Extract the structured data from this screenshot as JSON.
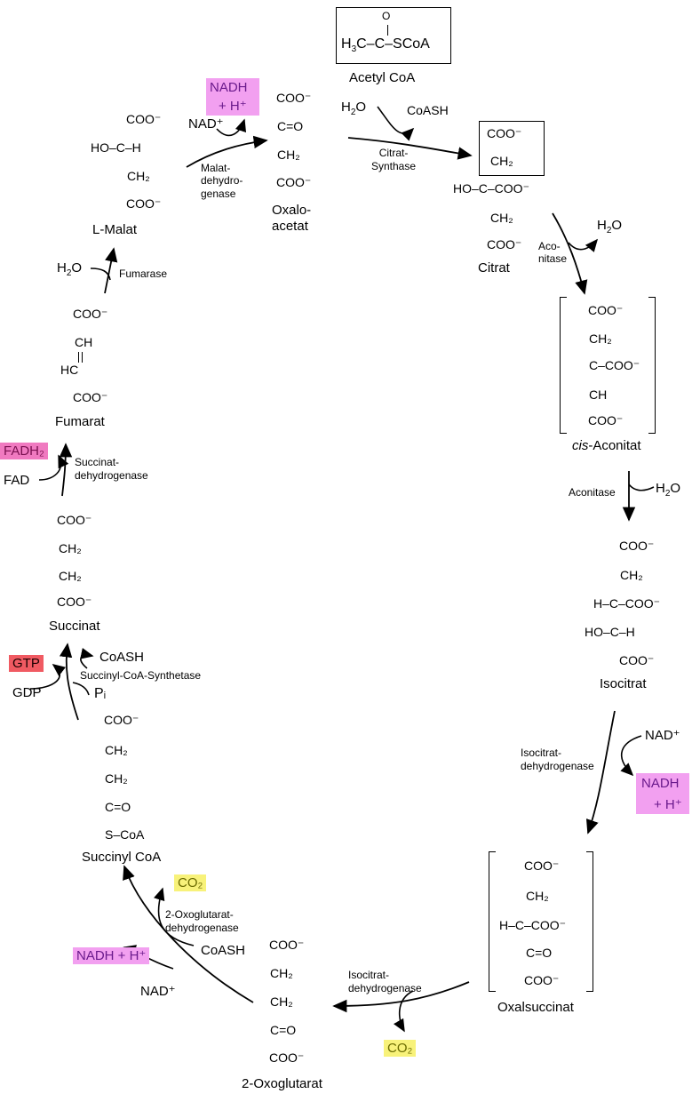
{
  "acetyl": {
    "formula_left": "H3C–C–SCoA",
    "o": "O",
    "name": "Acetyl CoA"
  },
  "citrat_synthase": {
    "h2o": "H2O",
    "coash": "CoASH",
    "enzyme": "Citrat-\nSynthase"
  },
  "citrat": {
    "l1": "COO⁻",
    "l2": "CH₂",
    "l3": "HO–C–COO⁻",
    "l4": "CH₂",
    "l5": "COO⁻",
    "name": "Citrat"
  },
  "aconitase1": {
    "enzyme": "Aco-\nnitase",
    "h2o": "H2O"
  },
  "cis_aconitat": {
    "l1": "COO⁻",
    "l2": "CH₂",
    "l3": "C–COO⁻",
    "l4": "CH",
    "l5": "COO⁻",
    "name_italic": "cis",
    "name_rest": "-Aconitat"
  },
  "aconitase2": {
    "enzyme": "Aconitase",
    "h2o": "H2O"
  },
  "isocitrat": {
    "l1": "COO⁻",
    "l2": "CH₂",
    "l3": "H–C–COO⁻",
    "l4": "HO–C–H",
    "l5": "COO⁻",
    "name": "Isocitrat"
  },
  "icdh1": {
    "nad": "NAD⁺",
    "enzyme": "Isocitrat-\ndehydrogenase",
    "nadh_l1": "NADH",
    "nadh_l2": "+ H⁺"
  },
  "oxalsuccinat": {
    "l1": "COO⁻",
    "l2": "CH₂",
    "l3": "H–C–COO⁻",
    "l4": "C=O",
    "l5": "COO⁻",
    "name": "Oxalsuccinat"
  },
  "icdh2": {
    "enzyme": "Isocitrat-\ndehydrogenase",
    "co2": "CO₂"
  },
  "oxoglutarat": {
    "l1": "COO⁻",
    "l2": "CH₂",
    "l3": "CH₂",
    "l4": "C=O",
    "l5": "COO⁻",
    "name": "2-Oxoglutarat"
  },
  "ogdh": {
    "co2": "CO₂",
    "enzyme": "2-Oxoglutarat-\ndehydrogenase",
    "coash": "CoASH",
    "nadh": "NADH + H⁺",
    "nad": "NAD⁺"
  },
  "succinylcoa": {
    "l1": "COO⁻",
    "l2": "CH₂",
    "l3": "CH₂",
    "l4": "C=O",
    "l5": "S–CoA",
    "name": "Succinyl CoA"
  },
  "scs": {
    "gtp": "GTP",
    "gdp": "GDP",
    "coash": "CoASH",
    "enzyme": "Succinyl-CoA-Synthetase",
    "pi": "Pᵢ"
  },
  "succinat": {
    "l1": "COO⁻",
    "l2": "CH₂",
    "l3": "CH₂",
    "l4": "COO⁻",
    "name": "Succinat"
  },
  "sdh": {
    "fadh2": "FADH₂",
    "fad": "FAD",
    "enzyme": "Succinat-\ndehydrogenase"
  },
  "fumarat": {
    "l1": "COO⁻",
    "l2": "CH",
    "l3": "HC",
    "l4": "COO⁻",
    "name": "Fumarat"
  },
  "fumarase": {
    "h2o": "H2O",
    "enzyme": "Fumarase"
  },
  "malat": {
    "l1": "COO⁻",
    "l2": "HO–C–H",
    "l3": "CH₂",
    "l4": "COO⁻",
    "name": "L-Malat"
  },
  "mdh": {
    "nad": "NAD⁺",
    "nadh_l1": "NADH",
    "nadh_l2": "+ H⁺",
    "enzyme": "Malat-\ndehydro-\ngenase"
  },
  "oxaloacetat": {
    "l1": "COO⁻",
    "l2": "C=O",
    "l3": "CH₂",
    "l4": "COO⁻",
    "name": "Oxalo-\nacetat"
  },
  "colors": {
    "nadh": "#f2a0f0",
    "fadh2": "#f07ac0",
    "gtp": "#f05a62",
    "co2": "#f8f27a"
  }
}
